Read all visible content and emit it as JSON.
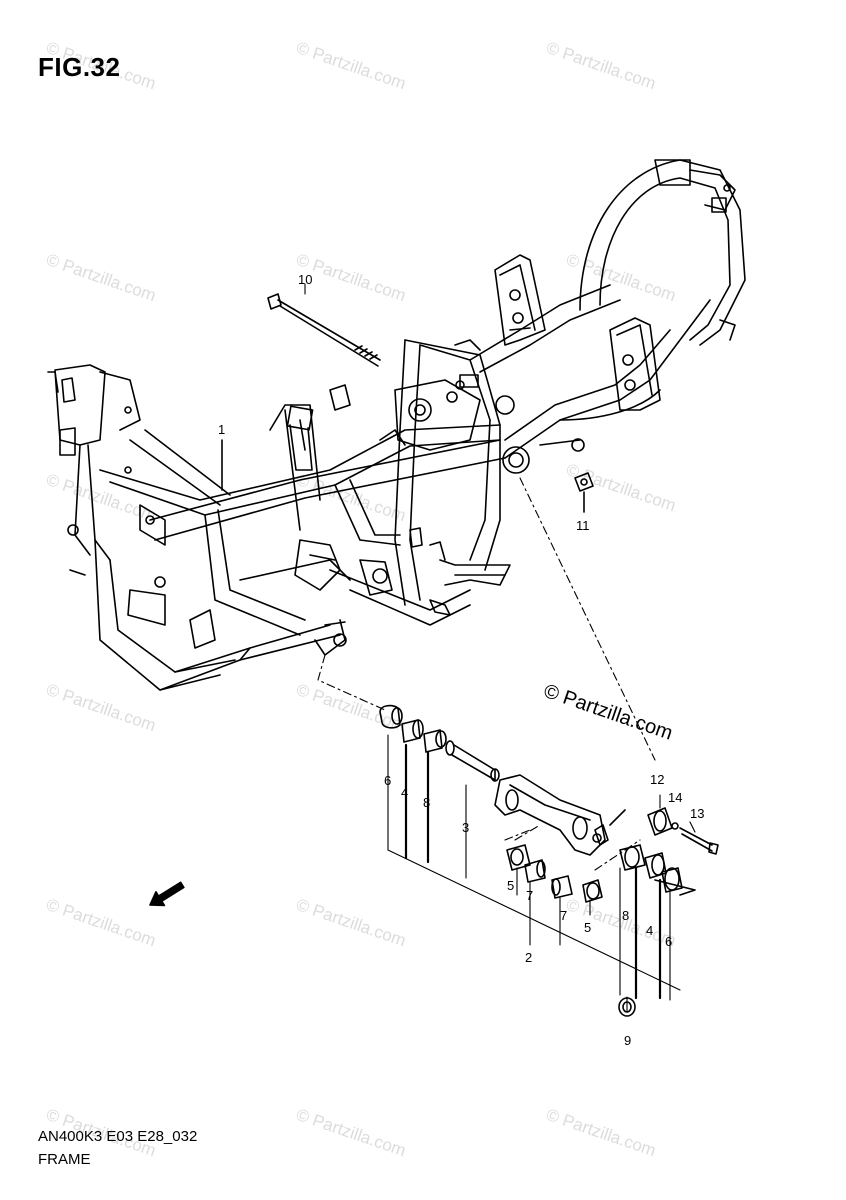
{
  "figure": {
    "title": "FIG.32",
    "code": "AN400K3 E03 E28_032",
    "name": "FRAME"
  },
  "copyright": "© Partzilla.com",
  "watermark": "© Partzilla.com",
  "callouts": [
    "1",
    "2",
    "3",
    "4",
    "4",
    "5",
    "5",
    "6",
    "6",
    "7",
    "7",
    "8",
    "8",
    "9",
    "10",
    "11",
    "12",
    "13",
    "14"
  ],
  "fwd_label": "FWD",
  "colors": {
    "line": "#000000",
    "watermark": "#dcdcdc"
  }
}
